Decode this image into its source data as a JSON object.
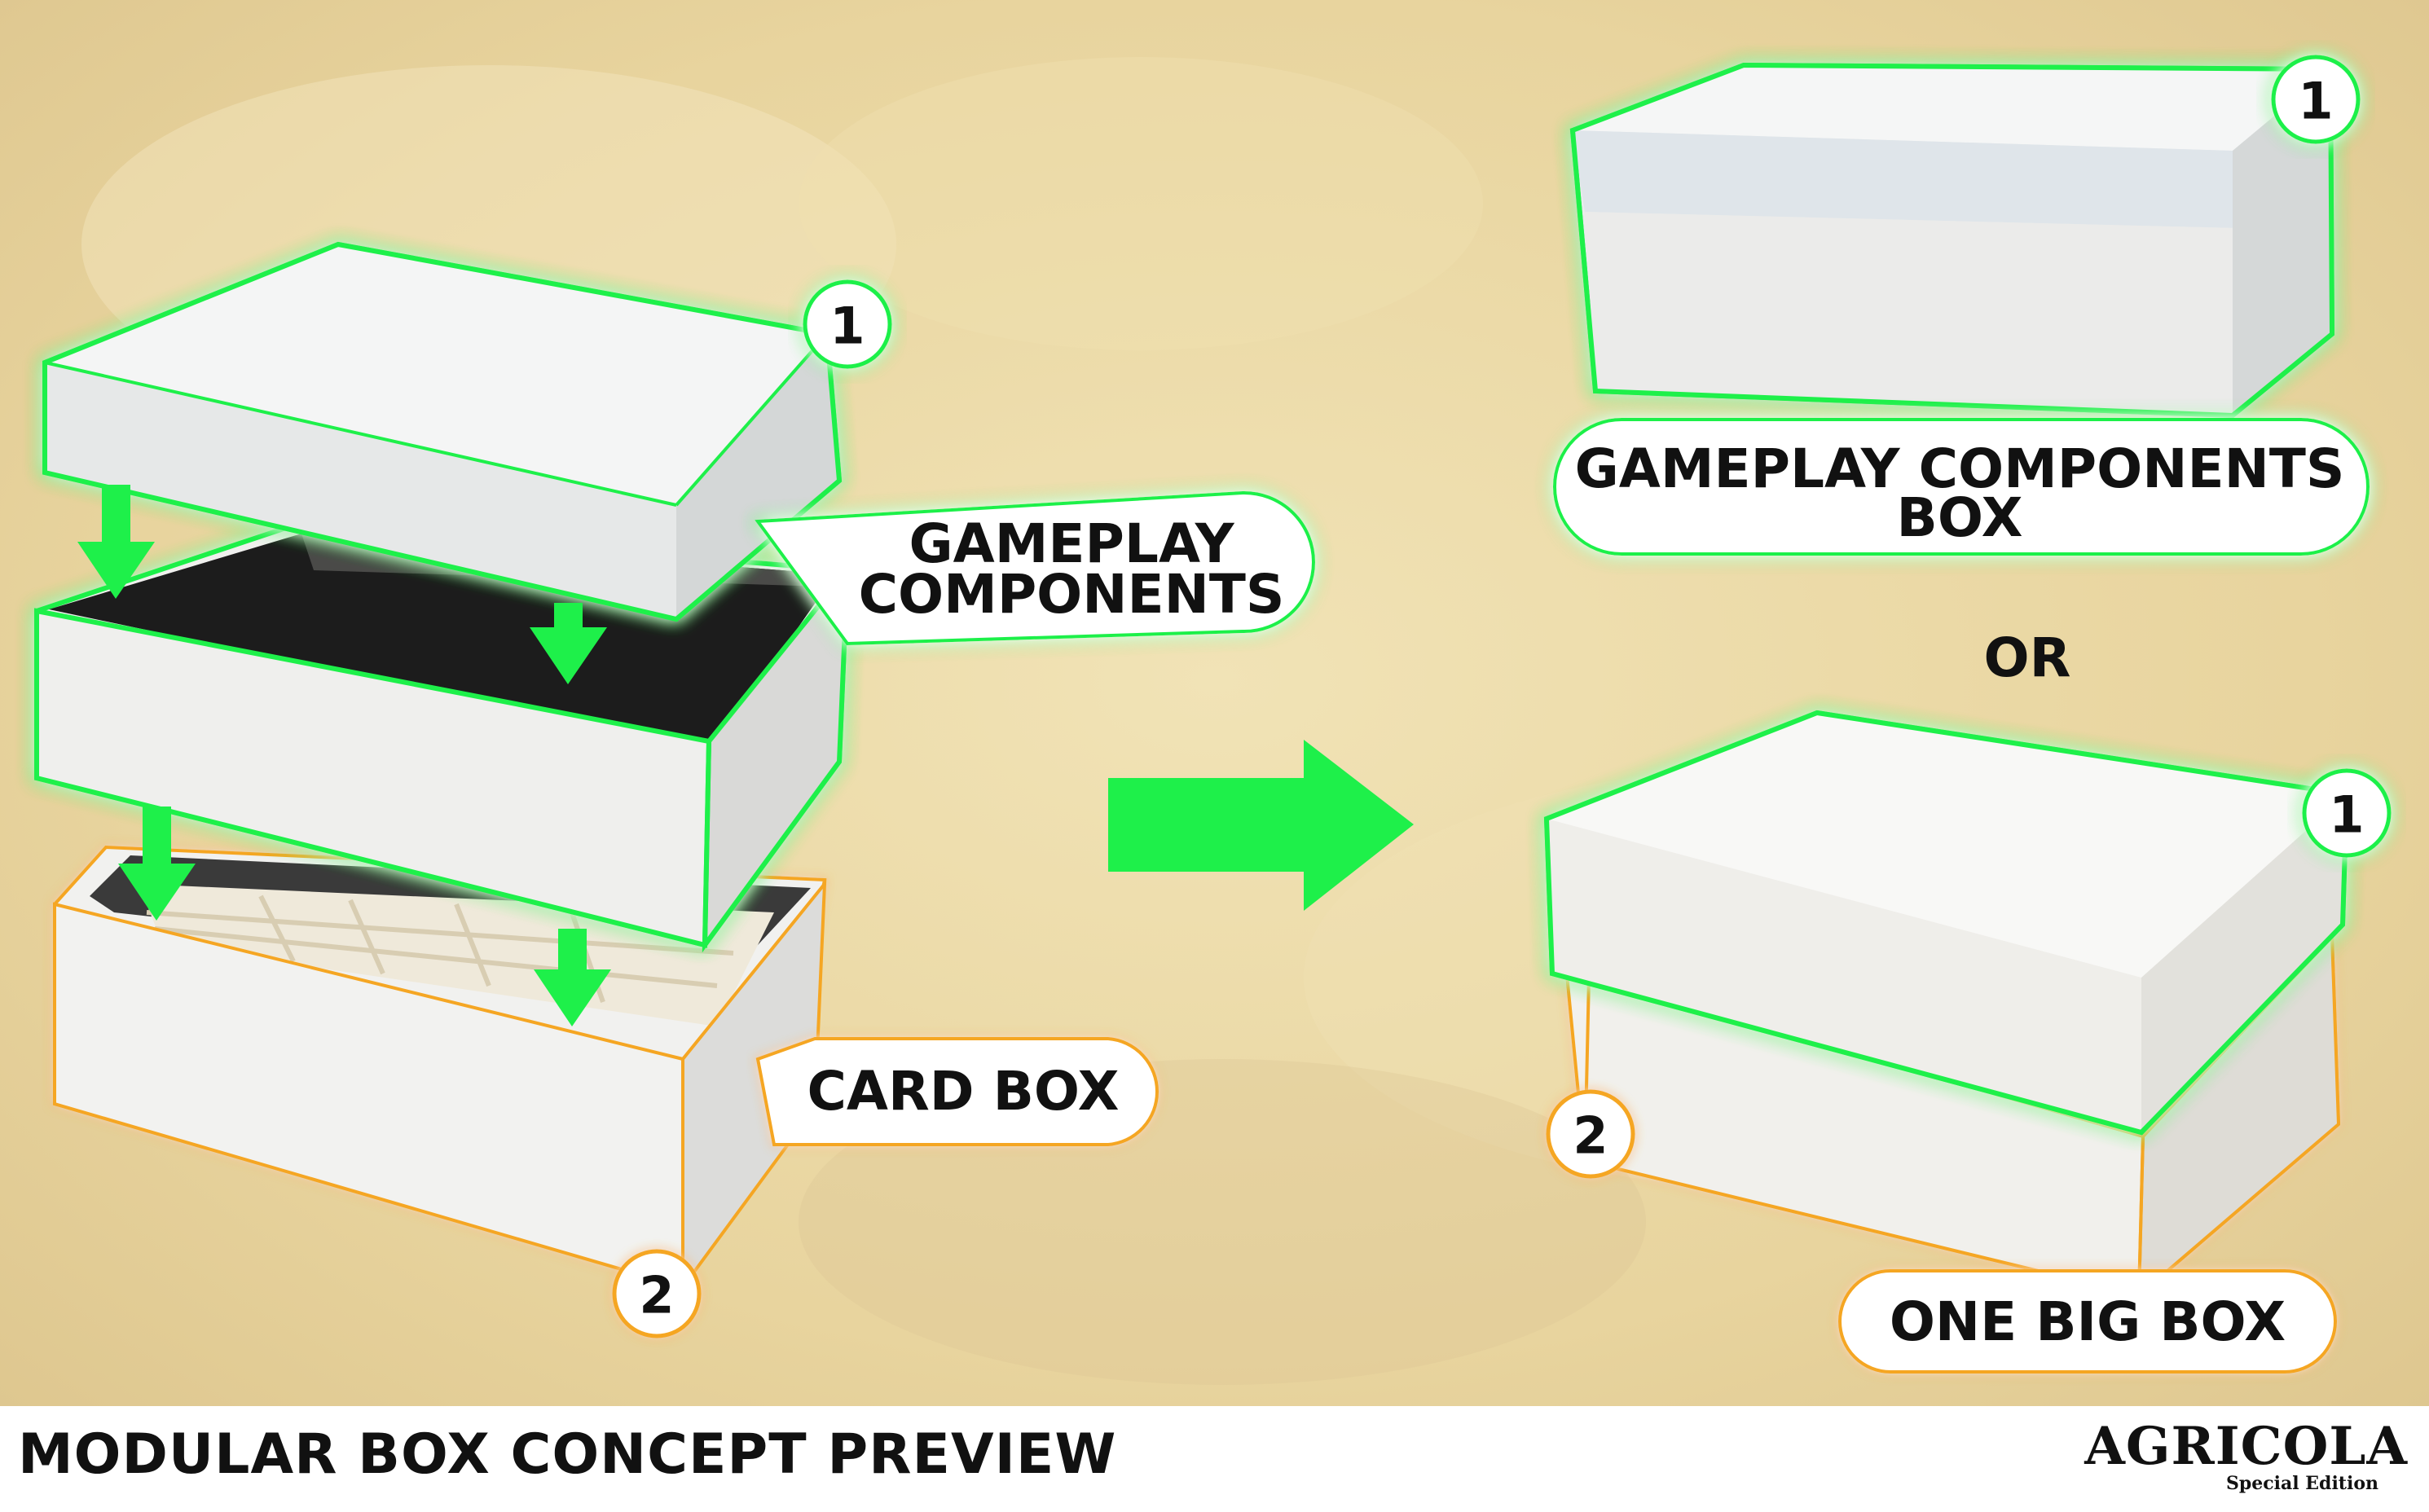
{
  "labels": {
    "gameplay_components_line1": "GAMEPLAY",
    "gameplay_components_line2": "COMPONENTS",
    "card_box": "CARD BOX",
    "gameplay_box_line1": "GAMEPLAY COMPONENTS",
    "gameplay_box_line2": "BOX",
    "or": "OR",
    "one_big_box": "ONE BIG BOX"
  },
  "badges": {
    "lid_left": "1",
    "card_box_left": "2",
    "lid_right_top": "1",
    "lid_right_bottom": "1",
    "base_right_bottom": "2"
  },
  "footer": {
    "title": "MODULAR BOX CONCEPT PREVIEW",
    "brand_name": "AGRICOLA",
    "brand_subtitle": "Special Edition"
  },
  "colors": {
    "highlight_green": "#1ef04a",
    "highlight_orange": "#f5a623",
    "background": "#e9d8a6"
  }
}
